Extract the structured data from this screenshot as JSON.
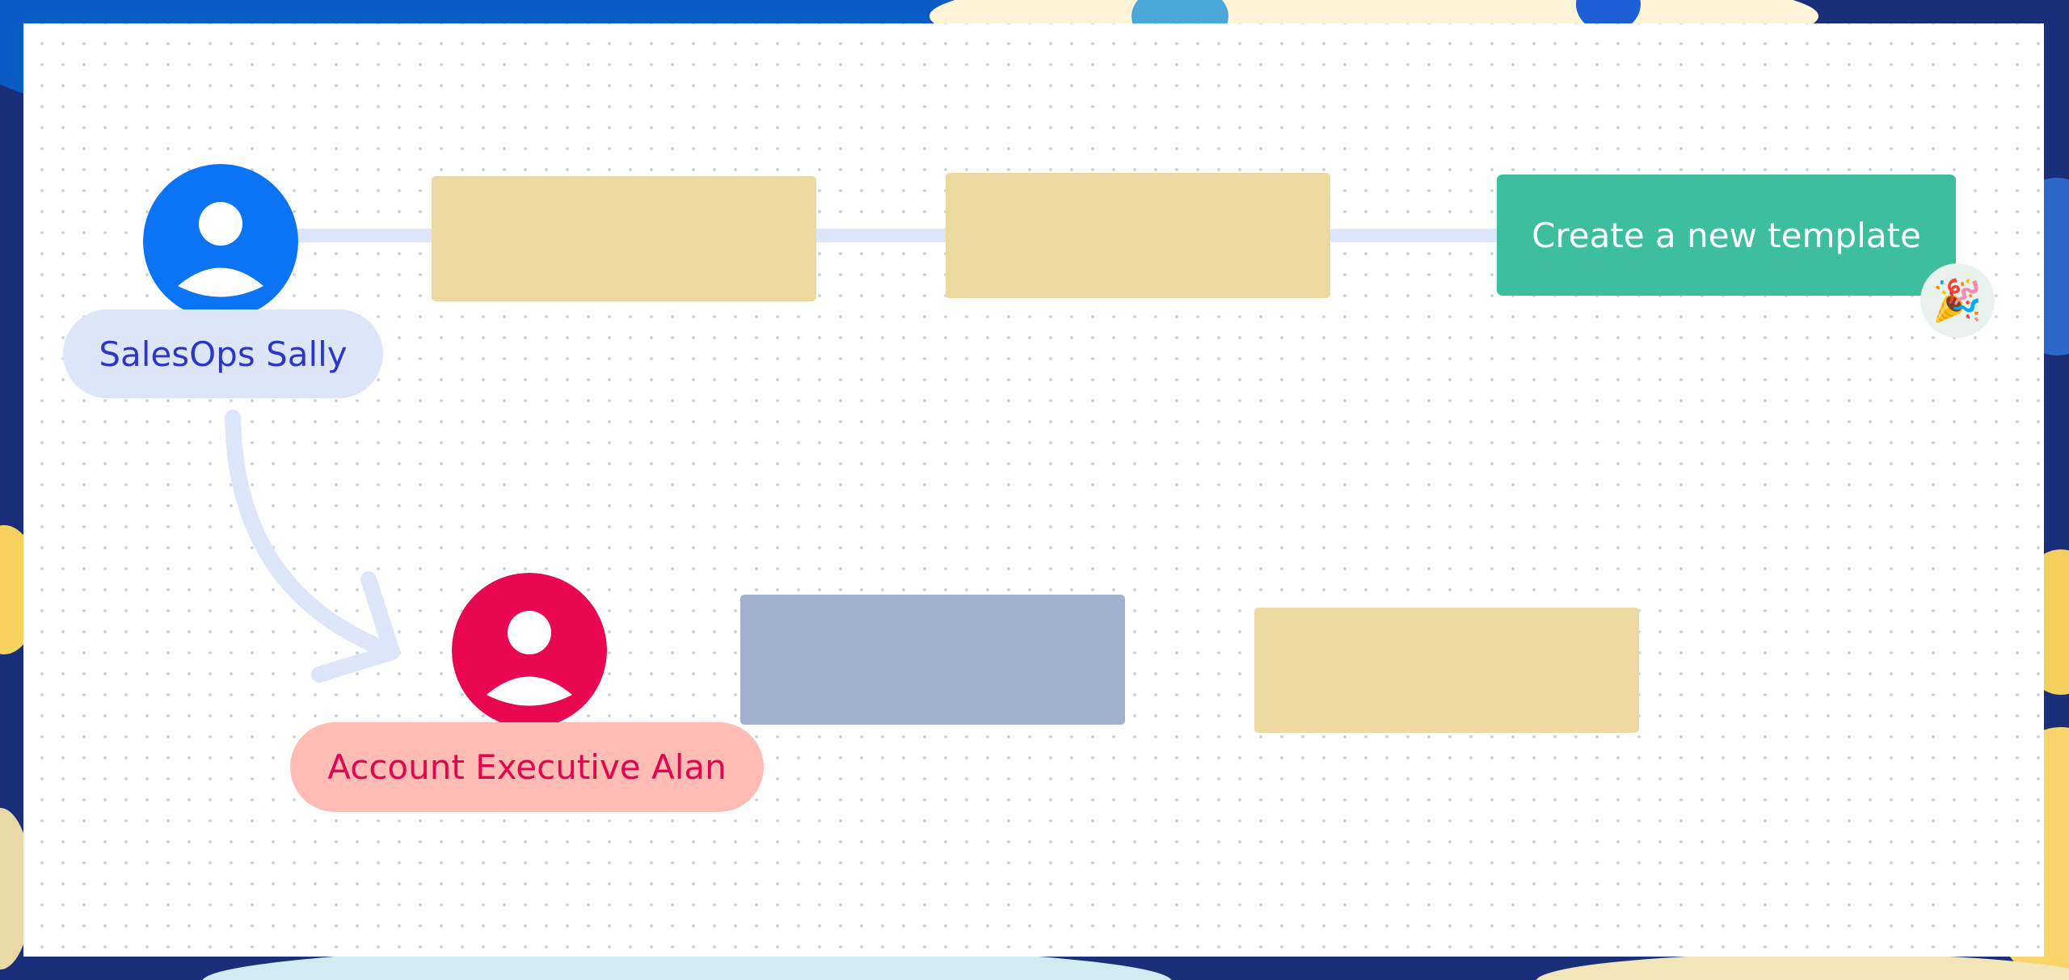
{
  "people": {
    "sally": {
      "label": "SalesOps Sally",
      "color": "#0a74f5",
      "pill_color": "#dde5f9",
      "text_color": "#2c38c4"
    },
    "alan": {
      "label": "Account Executive Alan",
      "color": "#ea0752",
      "pill_color": "#ffbbb4",
      "text_color": "#e0064f"
    }
  },
  "cta": {
    "label": "Create a new template",
    "color": "#3dbe9f"
  },
  "emoji_glyph": "🎉",
  "icons": {
    "avatar": "user-avatar-icon",
    "arrow": "curved-arrow-icon",
    "emoji": "party-popper-icon"
  }
}
